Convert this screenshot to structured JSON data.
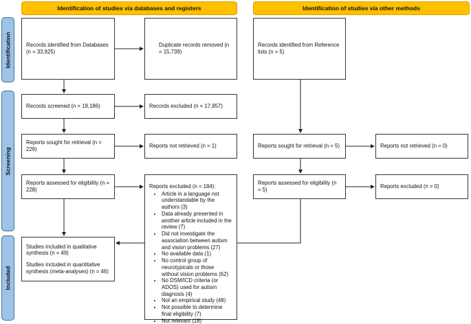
{
  "headers": {
    "left": "Identification of studies via databases and registers",
    "right": "Identification of studies via other methods"
  },
  "phases": {
    "identification": "Identification",
    "screening": "Screening",
    "included": "Included"
  },
  "boxes": {
    "records_identified": "Records identified from Databases (n = 33,925)",
    "duplicates_removed": "Duplicate records removed (n = 15,739)",
    "reference_lists": "Records identified from Reference lists (n = 5)",
    "records_screened": "Records screened (n = 18,186)",
    "records_excluded": "Records excluded (n = 17,957)",
    "reports_sought": "Reports sought for retrieval (n = 229)",
    "reports_not_retrieved": "Reports not retrieved (n = 1)",
    "other_reports_sought": "Reports sought for retrieval (n = 5)",
    "other_not_retrieved": "Reports not retrieved (n = 0)",
    "reports_assessed": "Reports assessed for eligibility (n = 228)",
    "other_assessed": "Reports assessed for eligibility (n = 5)",
    "other_excluded": "Reports excluded (n = 0)",
    "included_qualitative": "Studies included in qualitative synthesis (n = 49)",
    "included_quantitative": "Studies included in quantitative synthesis (meta-analyses) (n = 46)"
  },
  "reports_excluded": {
    "title": "Reports excluded (n = 184):",
    "reasons": [
      "Article in a language not understandable by the authors (3)",
      "Data already presented in another article included in the review (7)",
      "Did not investigate the association between autism and vision problems (27)",
      "No available data (1)",
      "No control group of neurotypicals or those without vision problems (62)",
      "No DSM/ICD criteria (or ADOS) used for autism diagnosis (4)",
      "Not an empirical study (48)",
      "Not possible to determine final eligibility (7)",
      "Not relevant (18)"
    ]
  },
  "colors": {
    "header": "#ffc000",
    "phase": "#9dc3e6"
  }
}
